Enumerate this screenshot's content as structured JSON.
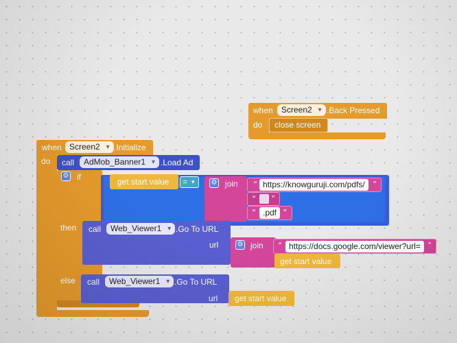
{
  "back_event": {
    "when": "when",
    "component": "Screen2",
    "event": ".Back Pressed",
    "do": "do",
    "action": "close screen"
  },
  "init_event": {
    "when": "when",
    "component": "Screen2",
    "event": ".Initialize",
    "do": "do",
    "call_word": "call",
    "ad_component": "AdMob_Banner1",
    "ad_method": ".Load Ad",
    "if_word": "if",
    "get_start_value": "get start value",
    "compare_op": "=",
    "join_word": "join",
    "url_prefix": "https://knowguruji.com/pdfs/",
    "pdf_suffix": ".pdf",
    "then_word": "then",
    "else_word": "else",
    "viewer_component": "Web_Viewer1",
    "viewer_method": ".Go To URL",
    "url_label": "url",
    "docs_url": "https://docs.google.com/viewer?url="
  },
  "colors": {
    "control": "#e59a2c",
    "procedure": "#5a5fd0",
    "text": "#d4469a",
    "variable": "#f0b83a"
  }
}
